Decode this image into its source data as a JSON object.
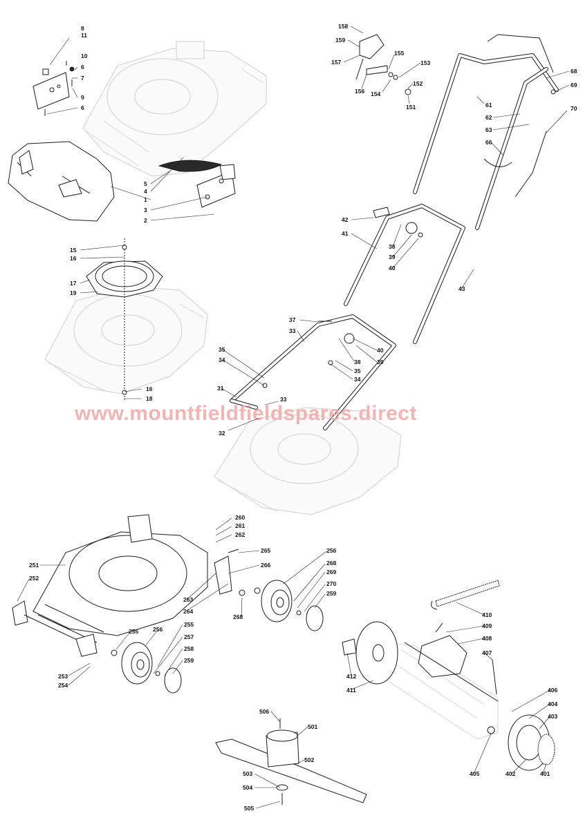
{
  "watermark": "www.mountfieldfieldspares.direct",
  "colors": {
    "watermark": "#f2a8a8",
    "line": "#1a1a1a",
    "ghost": "#cfcfcf"
  },
  "labels": {
    "l8": "8",
    "l11": "11",
    "l10": "10",
    "l6a": "6",
    "l7": "7",
    "l9": "9",
    "l6b": "6",
    "l5": "5",
    "l4": "4",
    "l1": "1",
    "l3": "3",
    "l2": "2",
    "l15": "15",
    "l16a": "16",
    "l17": "17",
    "l19": "19",
    "l16b": "16",
    "l18": "18",
    "l158": "158",
    "l159": "159",
    "l157": "157",
    "l155": "155",
    "l153": "153",
    "l152": "152",
    "l156": "156",
    "l154": "154",
    "l151": "151",
    "l68": "68",
    "l69": "69",
    "l61": "61",
    "l70": "70",
    "l62": "62",
    "l63": "63",
    "l66": "66",
    "l42": "42",
    "l41": "41",
    "l38a": "38",
    "l39a": "39",
    "l40a": "40",
    "l43": "43",
    "l37": "37",
    "l33a": "33",
    "l40b": "40",
    "l38b": "38",
    "l39b": "39",
    "l35a": "35",
    "l34a": "34",
    "l35b": "35",
    "l34b": "34",
    "l31": "31",
    "l33b": "33",
    "l32": "32",
    "l260": "260",
    "l261": "261",
    "l262": "262",
    "l265": "265",
    "l256a": "256",
    "l266": "266",
    "l268a": "268",
    "l269": "269",
    "l270": "270",
    "l259a": "259",
    "l251": "251",
    "l252": "252",
    "l263": "263",
    "l264": "264",
    "l268b": "268",
    "l255a": "255",
    "l256b": "256",
    "l255b": "255",
    "l257": "257",
    "l258": "258",
    "l259b": "259",
    "l253": "253",
    "l254": "254",
    "l410": "410",
    "l409": "409",
    "l408": "408",
    "l407": "407",
    "l412": "412",
    "l411": "411",
    "l406": "406",
    "l404": "404",
    "l403": "403",
    "l405": "405",
    "l402": "402",
    "l401": "401",
    "l506": "506",
    "l501": "501",
    "l502": "502",
    "l503": "503",
    "l504": "504",
    "l505": "505"
  }
}
